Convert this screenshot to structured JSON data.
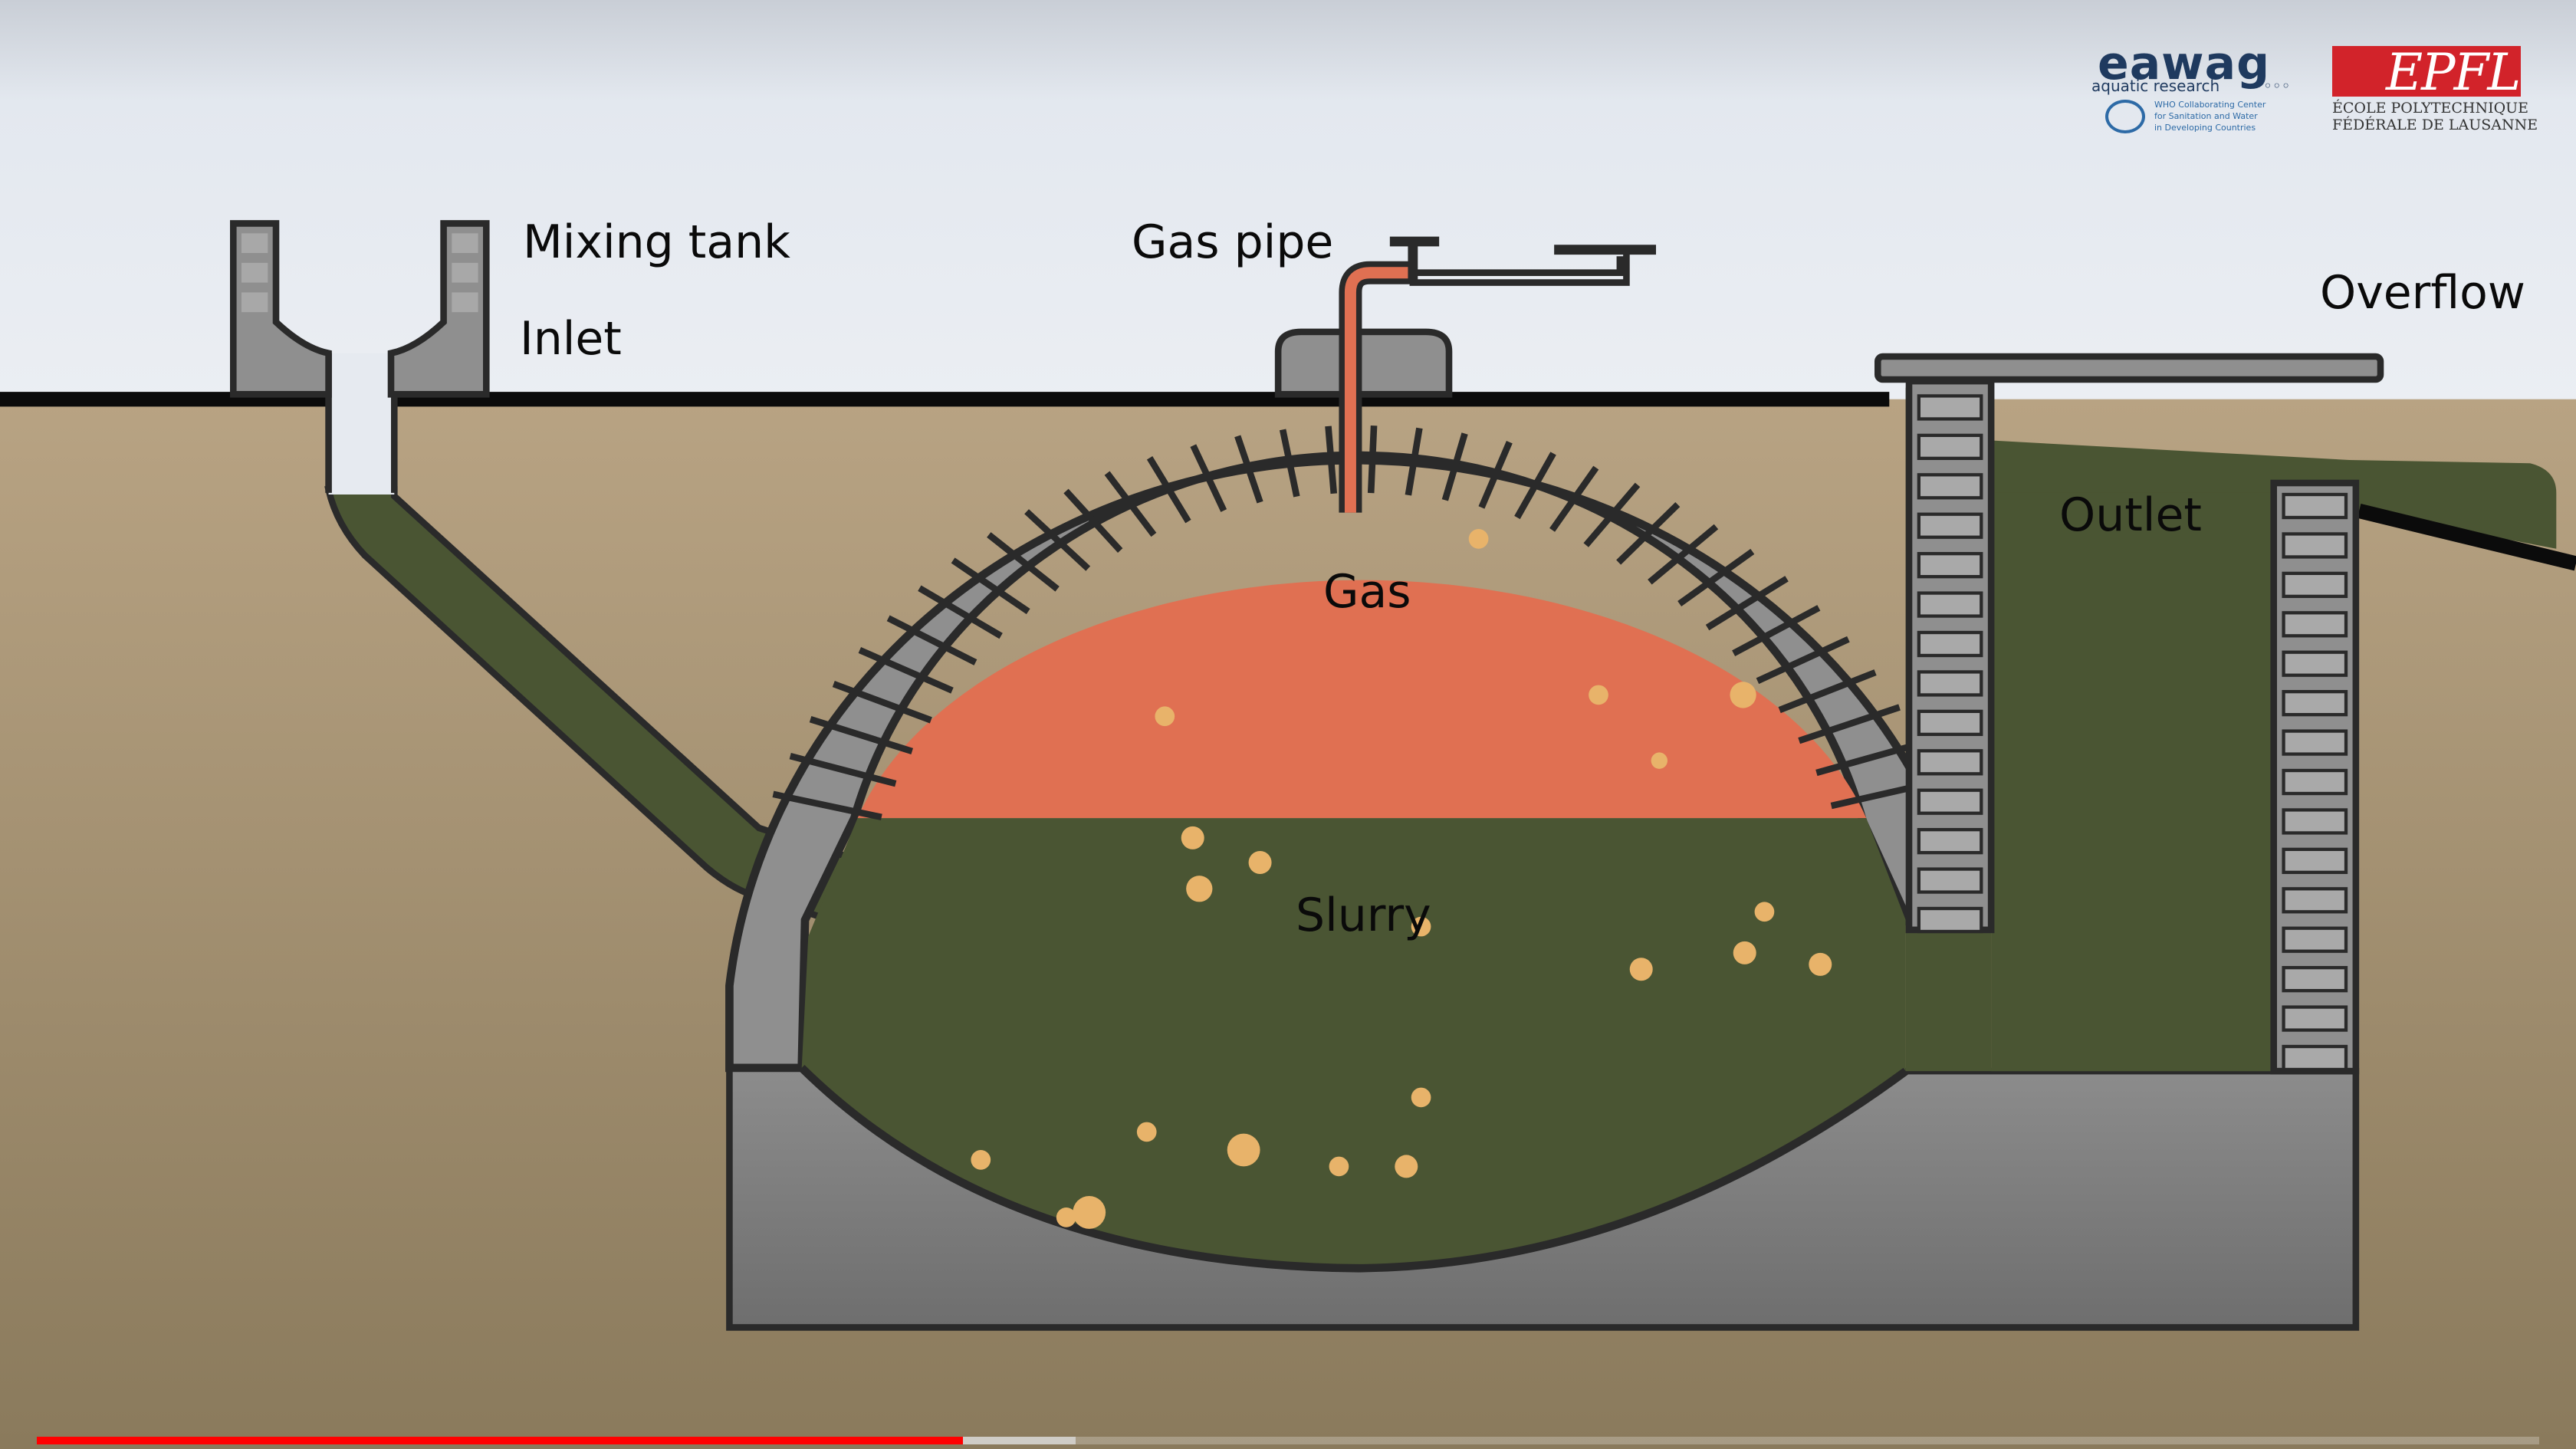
{
  "labels": {
    "mixing_tank": "Mixing tank",
    "inlet": "Inlet",
    "gas_pipe": "Gas pipe",
    "overflow": "Overflow",
    "outlet": "Outlet",
    "gas": "Gas",
    "slurry": "Slurry"
  },
  "logos": {
    "eawag_name": "eawag",
    "eawag_tagline": "aquatic research",
    "who_caption_1": "WHO Collaborating Center",
    "who_caption_2": "for Sanitation and Water",
    "who_caption_3": "in Developing Countries",
    "epfl_name": "EPFL",
    "epfl_caption_1": "ÉCOLE POLYTECHNIQUE",
    "epfl_caption_2": "FÉDÉRALE DE LAUSANNE"
  },
  "colors": {
    "sky": "#e8ecf2",
    "soil": "#b59f7f",
    "slurry": "#4a5533",
    "gas": "#e07052",
    "concrete": "#8b8b8b",
    "brick": "#8f8f8f",
    "bubble": "#e8b36a",
    "outline": "#2a2a2a",
    "epfl_red": "#d2232a",
    "progress_played": "#ff0000"
  },
  "player": {
    "progress_fraction": 0.37,
    "buffered_fraction": 0.415
  }
}
